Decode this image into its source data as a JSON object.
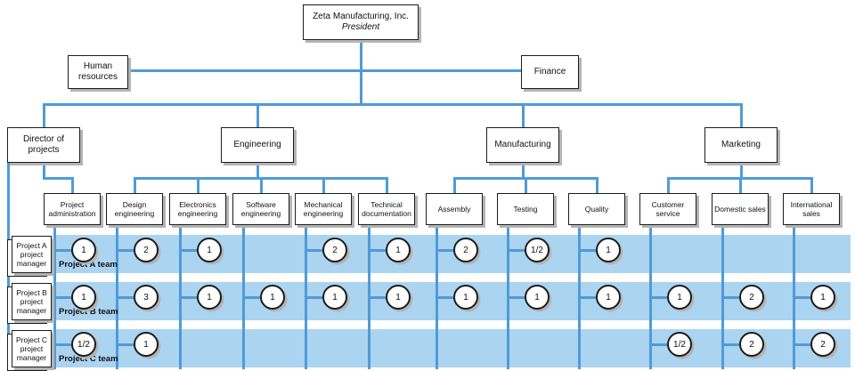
{
  "diagram": {
    "root": {
      "line1": "Zeta Manufacturing, Inc.",
      "line2": "President"
    },
    "staff_boxes": [
      {
        "label": "Human resources"
      },
      {
        "label": "Finance"
      }
    ],
    "divisions": [
      "Director of projects",
      "Engineering",
      "Manufacturing",
      "Marketing"
    ],
    "departments": [
      "Project administration",
      "Design engineering",
      "Electronics engineering",
      "Software engineering",
      "Mechanical engineering",
      "Technical documentation",
      "Assembly",
      "Testing",
      "Quality",
      "Customer service",
      "Domestic sales",
      "International sales"
    ],
    "division_departments": [
      [
        "Project administration"
      ],
      [
        "Design engineering",
        "Electronics engineering",
        "Software engineering",
        "Mechanical engineering",
        "Technical documentation"
      ],
      [
        "Assembly",
        "Testing",
        "Quality"
      ],
      [
        "Customer service",
        "Domestic sales",
        "International sales"
      ]
    ],
    "project_rows": [
      {
        "manager": "Project A project manager",
        "team": "Project A team",
        "cells": [
          "1",
          "2",
          "1",
          null,
          "2",
          "1",
          "2",
          "1/2",
          "1",
          null,
          null,
          null
        ]
      },
      {
        "manager": "Project B project manager",
        "team": "Project B team",
        "cells": [
          "1",
          "3",
          "1",
          "1",
          "1",
          "1",
          "1",
          "1",
          "1",
          "1",
          "2",
          "1"
        ]
      },
      {
        "manager": "Project C project manager",
        "team": "Project C team",
        "cells": [
          "1/2",
          "1",
          null,
          null,
          null,
          null,
          null,
          null,
          null,
          "1/2",
          "2",
          "2"
        ]
      }
    ],
    "colors": {
      "line_blue": "#4f9bd8",
      "band_blue": "#abd4f1",
      "box_fill": "#ffffff",
      "box_border": "#1c1c1c",
      "shadow_gray": "#b4b4b4"
    }
  }
}
